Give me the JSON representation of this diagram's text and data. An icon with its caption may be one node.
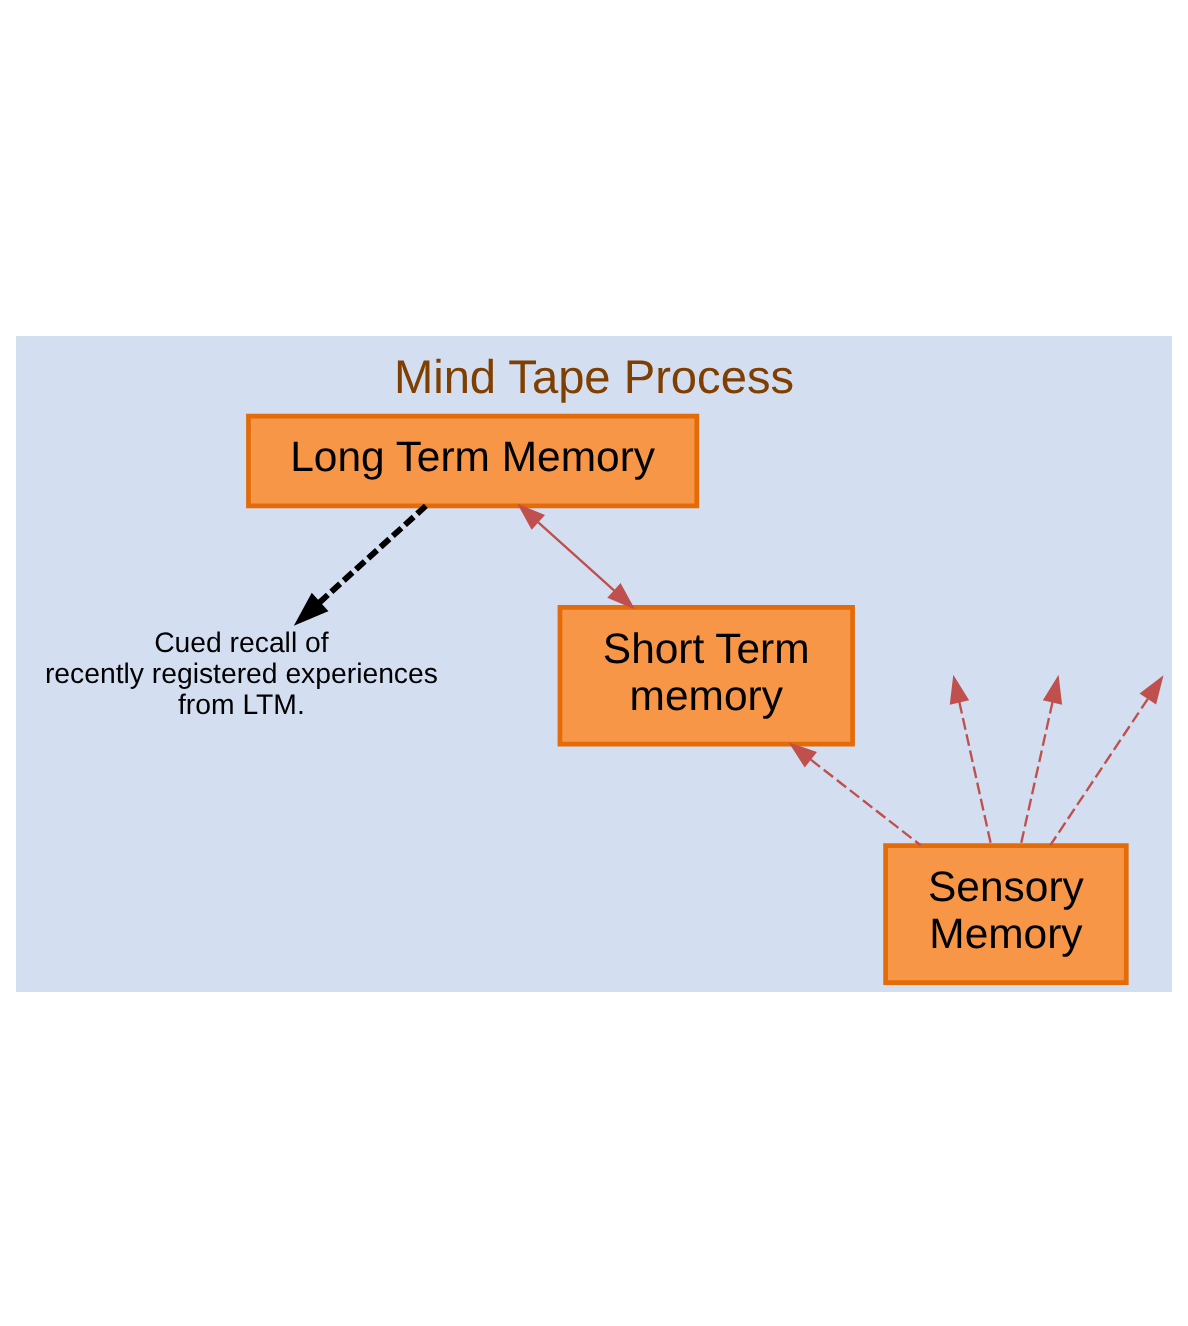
{
  "diagram": {
    "title": "Mind Tape Process",
    "nodes": [
      {
        "text": [
          "Long Term Memory"
        ]
      },
      {
        "text": [
          "Short Term memory"
        ]
      },
      {
        "text": [
          "Sensory Memory"
        ]
      },
      {
        "text": [
          "Cued recall of recently registered experiences from LTM."
        ]
      }
    ],
    "edges": [
      {
        "from": 0,
        "to": 1,
        "arrow": "both"
      },
      {
        "from": 0,
        "to": 3,
        "arrow": "to",
        "style": "dashed",
        "color": "#000000"
      },
      {
        "from": 2,
        "to": 1,
        "arrow": "to",
        "style": "dashed"
      },
      {
        "from": 2,
        "to": null,
        "arrow": "to",
        "style": "dashed"
      },
      {
        "from": 2,
        "to": null,
        "arrow": "to",
        "style": "dashed"
      },
      {
        "from": 2,
        "to": null,
        "arrow": "to",
        "style": "dashed"
      }
    ]
  }
}
